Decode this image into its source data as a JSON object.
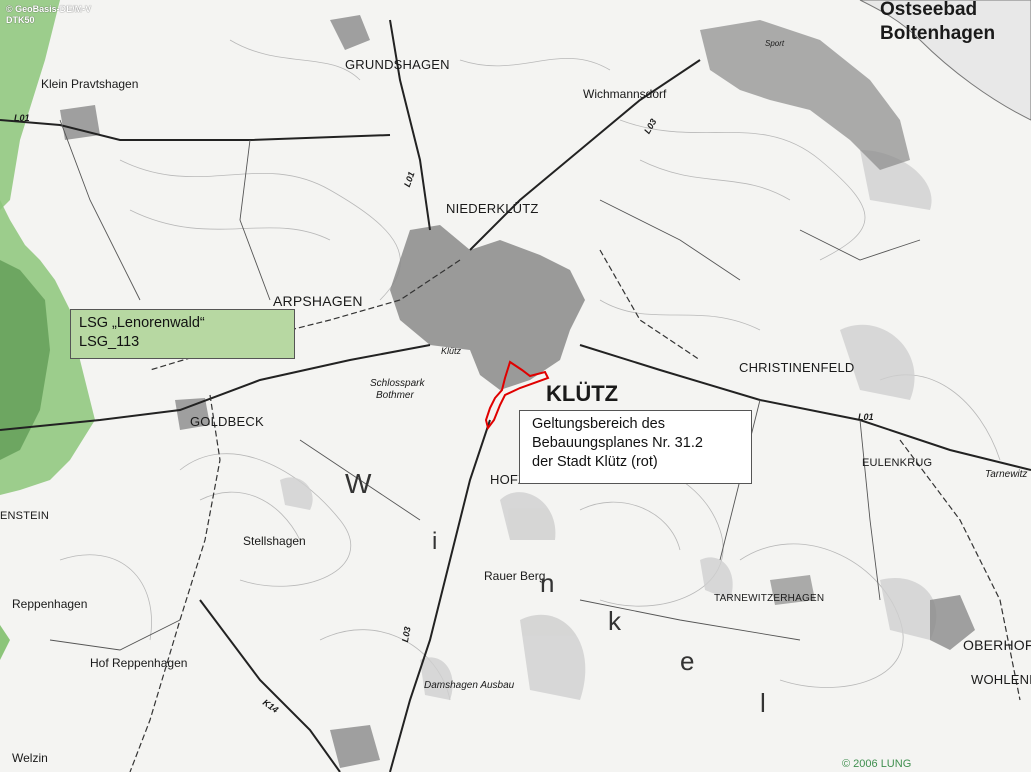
{
  "map": {
    "source_lines": [
      "© GeoBasis-DE/M-V",
      "DTK50"
    ],
    "copyright": "© 2006 LUNG",
    "colors": {
      "background": "#f4f4f2",
      "forest": "#8cc57a",
      "forest_dark": "#4f8c44",
      "settlement": "#8a8a8a",
      "road": "#222222",
      "plan_boundary": "#e00000",
      "lsg_box": "#b7d8a2",
      "sea": "#e8e8e8"
    }
  },
  "places": {
    "ostseebad": "Ostseebad",
    "boltenhagen": "Boltenhagen",
    "grundshagen": "GRUNDSHAGEN",
    "klein_pravtshagen": "Klein Pravtshagen",
    "wichmannsdorf": "Wichmannsdorf",
    "niederklutz": "NIEDERKLÜTZ",
    "arpshagen": "ARPSHAGEN",
    "klutz": "KLÜTZ",
    "klutz_small": "Klütz",
    "christinenfeld": "CHRISTINENFELD",
    "schlosspark": "Schlosspark",
    "bothmer": "Bothmer",
    "goldbeck": "GOLDBECK",
    "hofz": "HOFZ",
    "eulenkrug": "EULENKRUG",
    "tarnewitz": "Tarnewitz",
    "enstein": "ENSTEIN",
    "stellshagen": "Stellshagen",
    "rauer_berg": "Rauer Berg",
    "reppenhagen": "Reppenhagen",
    "tarnewitzerhagen": "TARNEWITZERHAGEN",
    "oberhof": "OBERHOF",
    "wohlenberg": "WOHLENB",
    "hof_reppenhagen": "Hof Reppenhagen",
    "damshagen_ausbau": "Damshagen Ausbau",
    "welzin": "Welzin",
    "sport": "Sport"
  },
  "roads": {
    "l01_a": "L01",
    "l01_b": "L01",
    "l01_c": "L01",
    "l03_a": "L03",
    "l03_b": "L03",
    "k14": "K14"
  },
  "labels": {
    "lsg": [
      "LSG „Lenorenwald“",
      "LSG_113"
    ],
    "geltungsbereich": [
      "Geltungsbereich des",
      "Bebauungsplanes Nr. 31.2",
      "der Stadt Klütz (rot)"
    ]
  },
  "terrain_letters": [
    "W",
    "i",
    "n",
    "k",
    "e",
    "l"
  ]
}
